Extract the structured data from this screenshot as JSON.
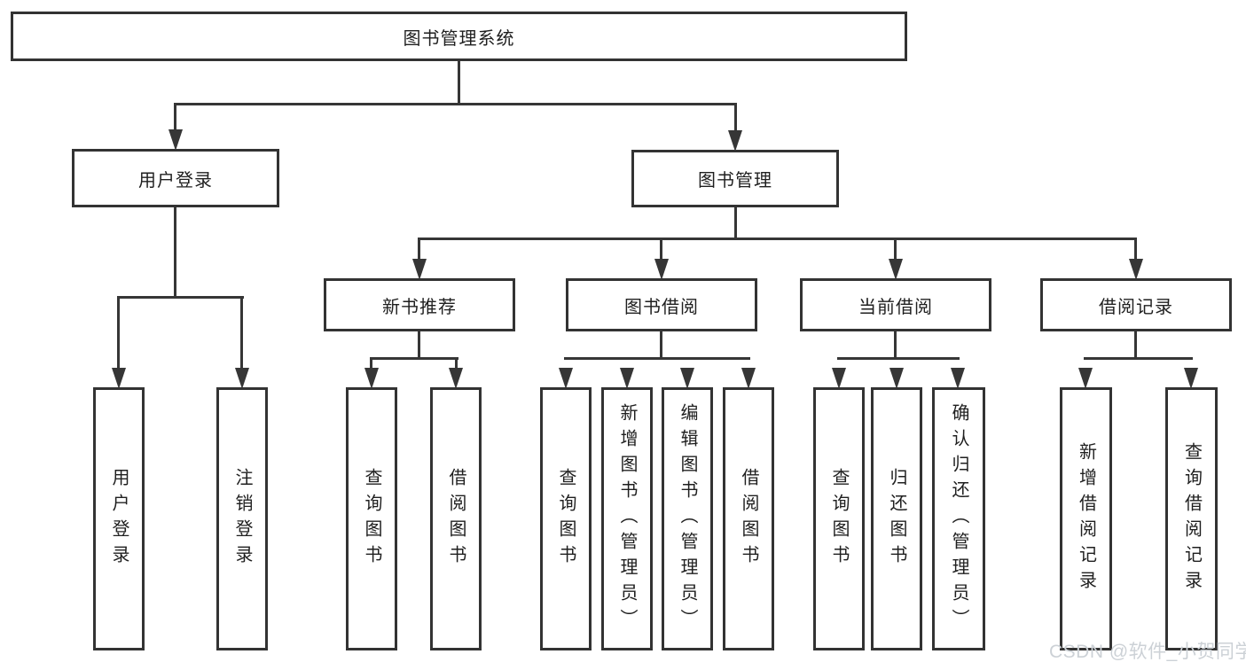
{
  "nodes": {
    "root": "图书管理系统",
    "level2": [
      "用户登录",
      "图书管理"
    ],
    "level3": [
      "新书推荐",
      "图书借阅",
      "当前借阅",
      "借阅记录"
    ],
    "leaves": [
      "用户登录",
      "注销登录",
      "查询图书",
      "借阅图书",
      "查询图书",
      "新增图书（管理员）",
      "编辑图书（管理员）",
      "借阅图书",
      "查询图书",
      "归还图书",
      "确认归还（管理员）",
      "新增借阅记录",
      "查询借阅记录"
    ]
  },
  "watermark": "CSDN @软件_小贺同学",
  "colors": {
    "line": "#363636",
    "box_border": "#333333",
    "box_fill": "#ffffff",
    "text": "#1f1f1f",
    "watermark": "#ccd1d6",
    "background": "#ffffff"
  }
}
